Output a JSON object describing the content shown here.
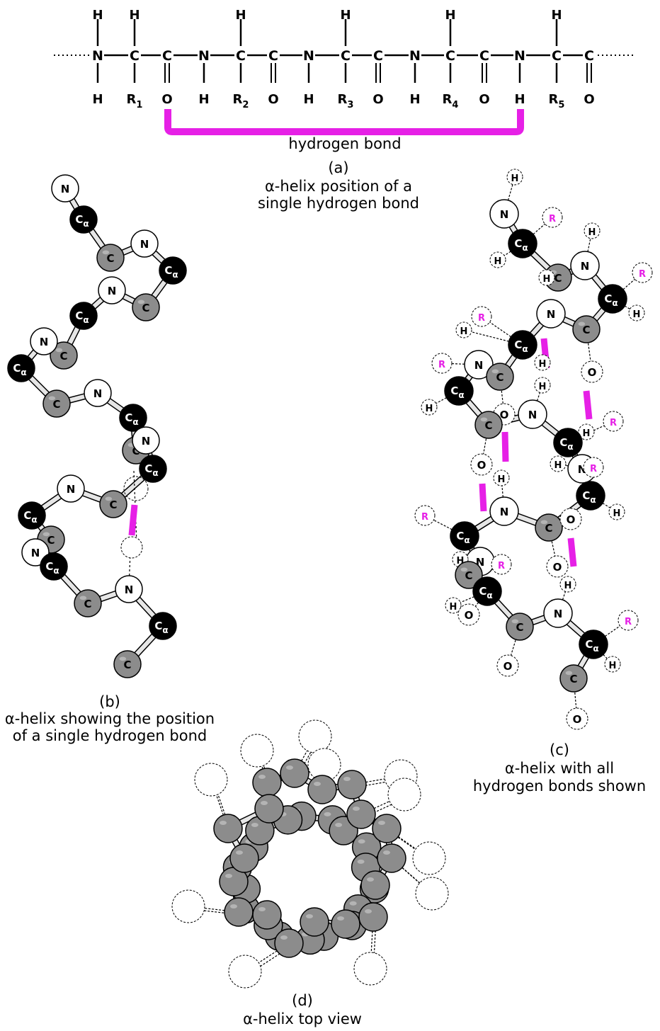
{
  "colors": {
    "hbond": "#e620e6",
    "carbon_alpha": "#000000",
    "carbon": "#8c8c8c",
    "nitrogen": "#ffffff",
    "outline": "#000000"
  },
  "panel_a": {
    "backbone": [
      {
        "text": "N",
        "top": "H",
        "bottom": "H"
      },
      {
        "text": "C",
        "top": "H",
        "bottom": "R",
        "sub": "1"
      },
      {
        "text": "C",
        "top": "",
        "bottom": "O",
        "double": true
      },
      {
        "text": "N",
        "top": "",
        "bottom": "H"
      },
      {
        "text": "C",
        "top": "H",
        "bottom": "R",
        "sub": "2"
      },
      {
        "text": "C",
        "top": "",
        "bottom": "O",
        "double": true
      },
      {
        "text": "N",
        "top": "",
        "bottom": "H"
      },
      {
        "text": "C",
        "top": "H",
        "bottom": "R",
        "sub": "3"
      },
      {
        "text": "C",
        "top": "",
        "bottom": "O",
        "double": true
      },
      {
        "text": "N",
        "top": "",
        "bottom": "H"
      },
      {
        "text": "C",
        "top": "H",
        "bottom": "R",
        "sub": "4"
      },
      {
        "text": "C",
        "top": "",
        "bottom": "O",
        "double": true
      },
      {
        "text": "N",
        "top": "",
        "bottom": "H"
      },
      {
        "text": "C",
        "top": "H",
        "bottom": "R",
        "sub": "5"
      },
      {
        "text": "C",
        "top": "",
        "bottom": "O",
        "double": true
      }
    ],
    "hbond_label": "hydrogen bond",
    "caption_letter": "(a)",
    "caption_line1": "α-helix position of a",
    "caption_line2": "single hydrogen bond"
  },
  "panel_b": {
    "caption_letter": "(b)",
    "caption_line1": "α-helix showing the position",
    "caption_line2": "of a single hydrogen bond",
    "atoms": [
      {
        "e": "N"
      },
      {
        "e": "Ca"
      },
      {
        "e": "C"
      },
      {
        "e": "N"
      },
      {
        "e": "Ca"
      },
      {
        "e": "C"
      },
      {
        "e": "N"
      },
      {
        "e": "Ca"
      },
      {
        "e": "C"
      },
      {
        "e": "N"
      },
      {
        "e": "Ca"
      },
      {
        "e": "C"
      },
      {
        "e": "N"
      },
      {
        "e": "Ca"
      },
      {
        "e": "C"
      },
      {
        "e": "N"
      },
      {
        "e": "Ca"
      },
      {
        "e": "C"
      },
      {
        "e": "N"
      },
      {
        "e": "Ca"
      },
      {
        "e": "C"
      },
      {
        "e": "N"
      },
      {
        "e": "Ca"
      },
      {
        "e": "C"
      }
    ]
  },
  "panel_c": {
    "caption_letter": "(c)",
    "caption_line1": "α-helix with all",
    "caption_line2": "hydrogen bonds shown",
    "labels": {
      "N": "N",
      "C": "C",
      "Ca": "C",
      "alpha": "α",
      "H": "H",
      "O": "O",
      "R": "R"
    }
  },
  "panel_d": {
    "caption_letter": "(d)",
    "caption_line1": "α-helix top view"
  }
}
